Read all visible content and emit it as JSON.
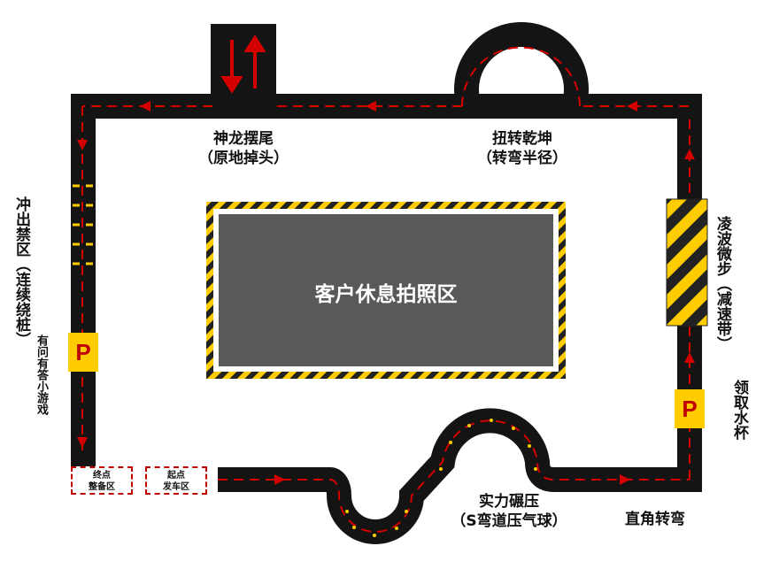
{
  "colors": {
    "road": "#141414",
    "arrow": "#d40000",
    "yellow": "#ffcc00",
    "lounge": "#595959",
    "sign_text": "#c00000"
  },
  "lounge": {
    "label": "客户休息拍照区"
  },
  "stations": {
    "dragon_tail": {
      "name": "神龙摆尾",
      "note": "（原地掉头）"
    },
    "twist": {
      "name": "扭转乾坤",
      "note": "（转弯半径）"
    },
    "sprint": {
      "name": "冲出禁区",
      "note": "（连续绕桩）"
    },
    "speed_bump": {
      "name": "凌波微步",
      "note": "（减速带）"
    },
    "quiz": {
      "name": "有问有答小游戏"
    },
    "water": {
      "name": "领取水杯"
    },
    "s_curve": {
      "name": "实力碾压",
      "note": "（S弯道压气球）"
    },
    "right_angle": {
      "name": "直角转弯"
    }
  },
  "zones": {
    "finish": {
      "line1": "终点",
      "line2": "整备区"
    },
    "start": {
      "line1": "起点",
      "line2": "发车区"
    }
  },
  "parking": {
    "left_label": "P",
    "right_label": "P"
  }
}
